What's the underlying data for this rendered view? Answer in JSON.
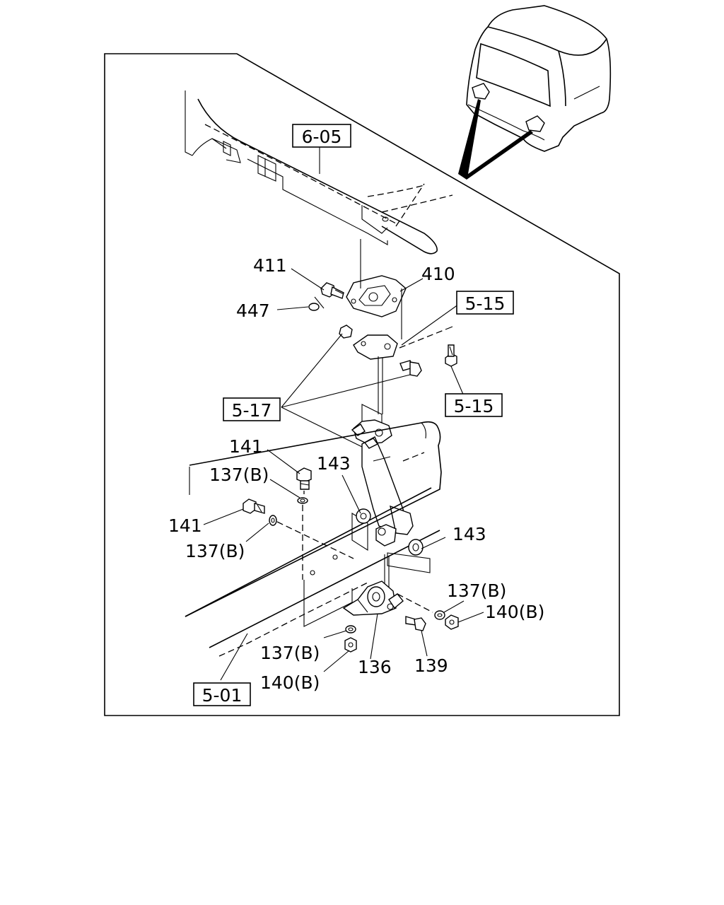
{
  "callouts": {
    "p411": "411",
    "p410": "410",
    "p447": "447",
    "p141a": "141",
    "p137a": "137(B)",
    "p143a": "143",
    "p141b": "141",
    "p137b": "137(B)",
    "p143b": "143",
    "p137c": "137(B)",
    "p140a": "140(B)",
    "p137d": "137(B)",
    "p140b": "140(B)",
    "p136": "136",
    "p139": "139"
  },
  "refs": {
    "r605": "6-05",
    "r515a": "5-15",
    "r515b": "5-15",
    "r517": "5-17",
    "r501": "5-01"
  }
}
